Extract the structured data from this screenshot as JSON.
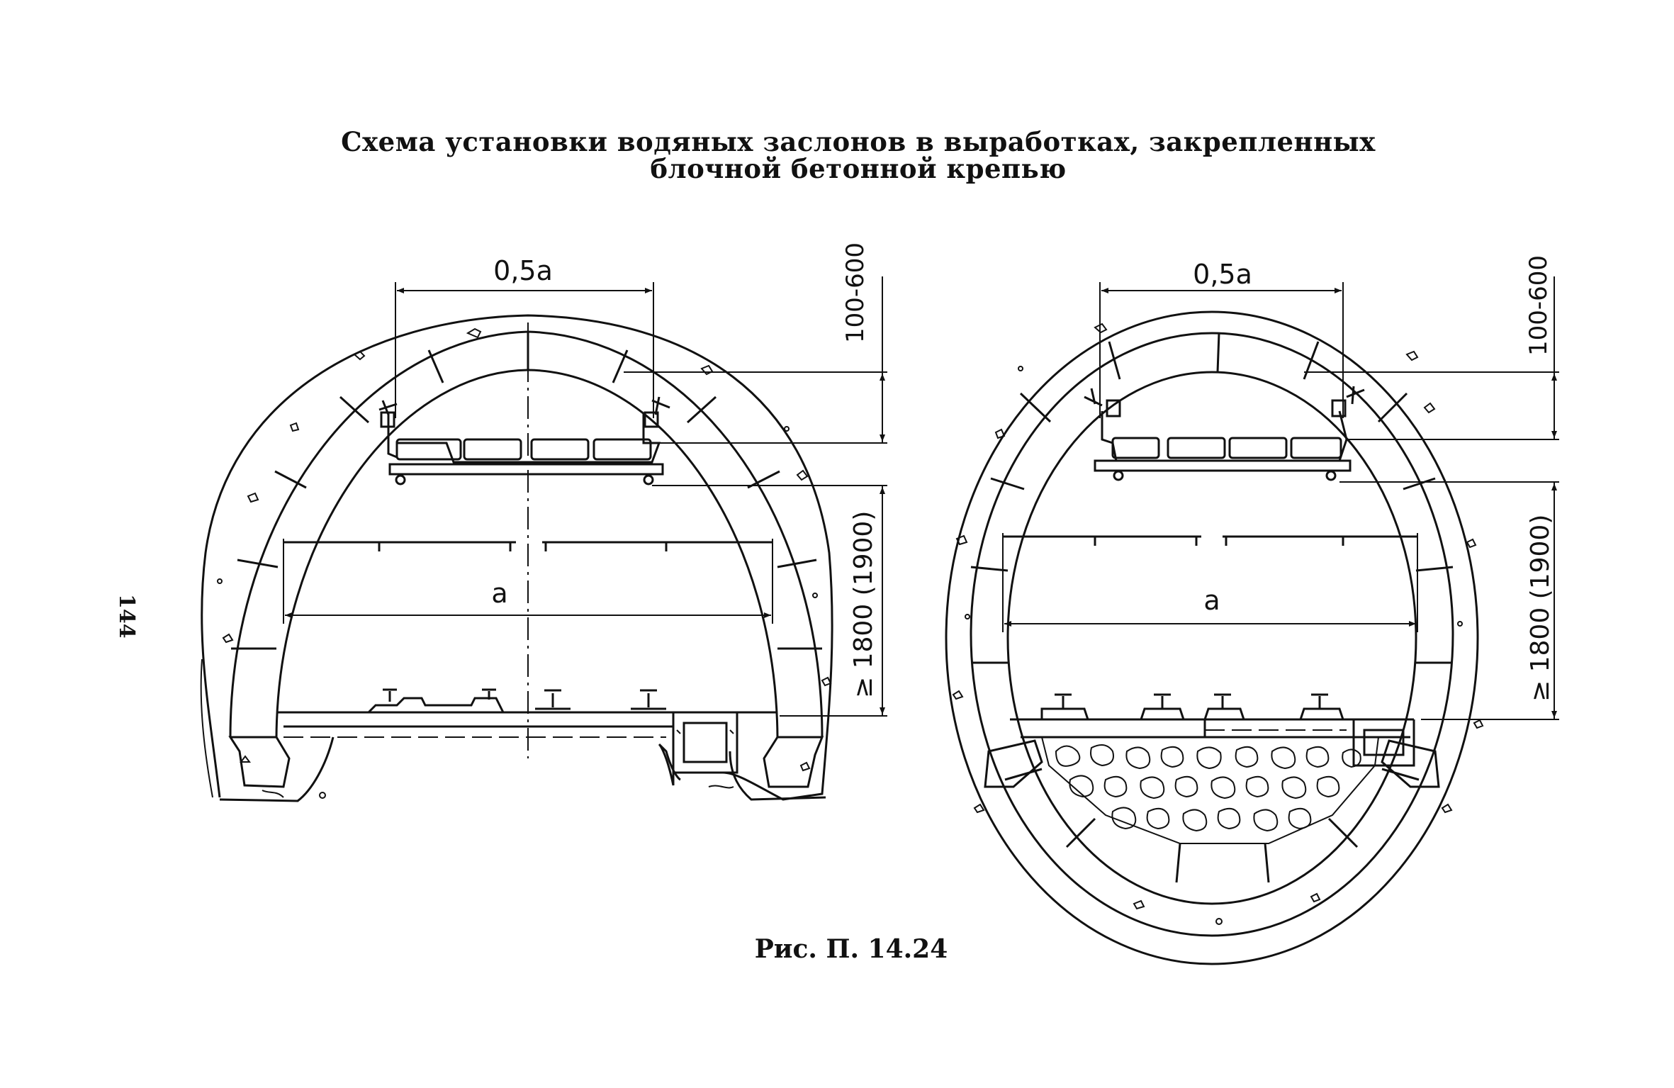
{
  "title_line1": "Схема установки водяных заслонов в выработках, закрепленных",
  "title_line2": "блочной бетонной крепью",
  "caption": "Рис. П. 14.24",
  "page_number": "144",
  "left_diagram": {
    "dim_half_width": "0,5а",
    "dim_width": "а",
    "dim_top": "100-600",
    "dim_bottom": "≥ 1800 (1900)"
  },
  "right_diagram": {
    "dim_half_width": "0,5а",
    "dim_width": "а",
    "dim_top": "100-600",
    "dim_bottom": "≥ 1800 (1900)"
  }
}
